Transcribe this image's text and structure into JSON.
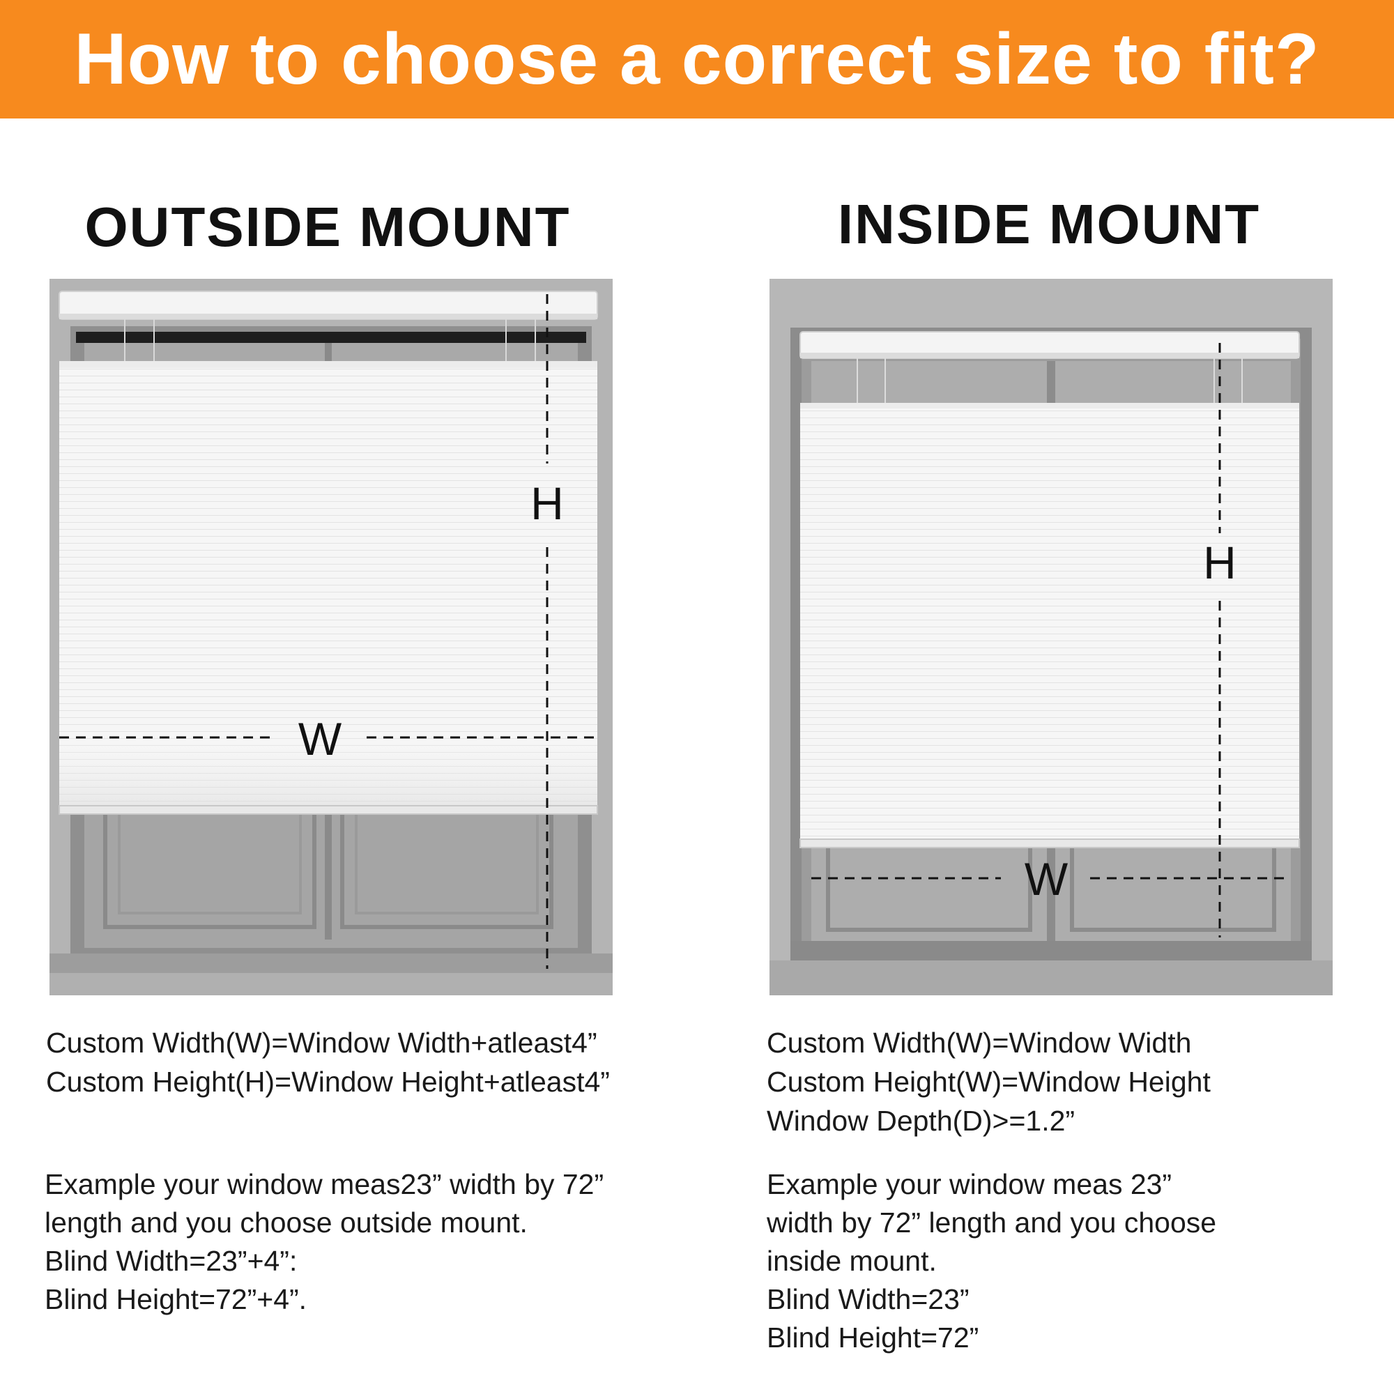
{
  "header": {
    "title": "How to choose a correct size to fit?",
    "background_color": "#f78a1e",
    "text_color": "#ffffff"
  },
  "outside": {
    "title": "OUTSIDE MOUNT",
    "width_label": "W",
    "height_label": "H",
    "formula": [
      "Custom Width(W)=Window Width+atleast4”",
      "Custom Height(H)=Window Height+atleast4”"
    ],
    "example": [
      "Example your window meas23” width by 72”",
      "length and you choose outside mount.",
      "Blind Width=23”+4”:",
      "Blind Height=72”+4”."
    ]
  },
  "inside": {
    "title": "INSIDE MOUNT",
    "width_label": "W",
    "height_label": "H",
    "formula": [
      "Custom Width(W)=Window Width",
      "Custom Height(W)=Window Height",
      "Window Depth(D)>=1.2”"
    ],
    "example": [
      "Example your window meas 23”",
      "width by 72” length and you choose",
      "inside mount.",
      "Blind Width=23”",
      "Blind Height=72”"
    ]
  }
}
